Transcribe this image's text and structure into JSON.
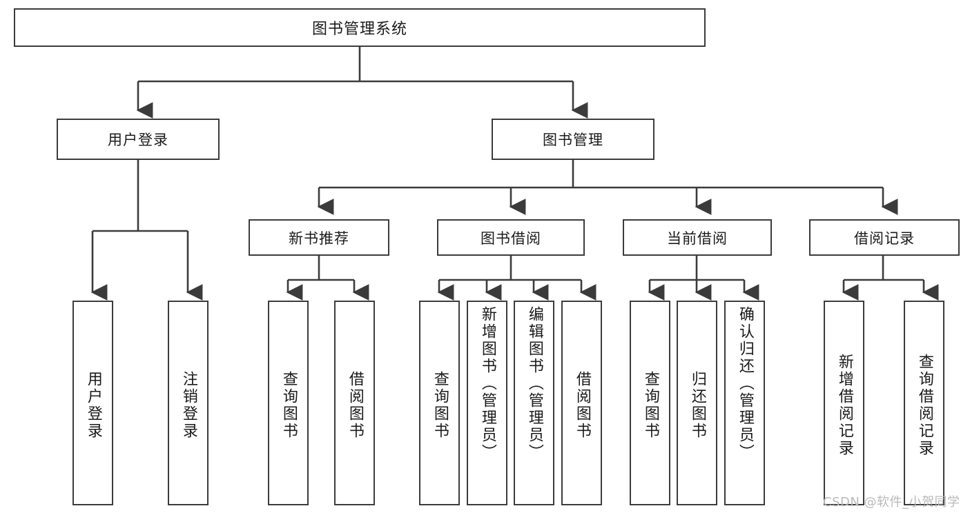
{
  "diagram": {
    "type": "tree",
    "title": "图书管理系统",
    "root": {
      "label": "图书管理系统"
    },
    "level1": [
      {
        "label": "用户登录"
      },
      {
        "label": "图书管理"
      }
    ],
    "level2": [
      {
        "label": "新书推荐"
      },
      {
        "label": "图书借阅"
      },
      {
        "label": "当前借阅"
      },
      {
        "label": "借阅记录"
      }
    ],
    "leaves": {
      "user_login": [
        {
          "label": "用户登录"
        },
        {
          "label": "注销登录"
        }
      ],
      "new_book_recommend": [
        {
          "label": "查询图书"
        },
        {
          "label": "借阅图书"
        }
      ],
      "book_borrow": [
        {
          "label": "查询图书"
        },
        {
          "label": "新增图书（管理员）"
        },
        {
          "label": "编辑图书（管理员）"
        },
        {
          "label": "借阅图书"
        }
      ],
      "current_borrow": [
        {
          "label": "查询图书"
        },
        {
          "label": "归还图书"
        },
        {
          "label": "确认归还（管理员）"
        }
      ],
      "borrow_record": [
        {
          "label": "新增借阅记录"
        },
        {
          "label": "查询借阅记录"
        }
      ]
    }
  },
  "watermark": {
    "text": "CSDN @软件_小贺同学"
  },
  "colors": {
    "stroke": "#3b3b3b",
    "box_fill": "#ffffff",
    "text": "#1a1a1a",
    "watermark": "#b9b9b9",
    "background": "#ffffff"
  }
}
